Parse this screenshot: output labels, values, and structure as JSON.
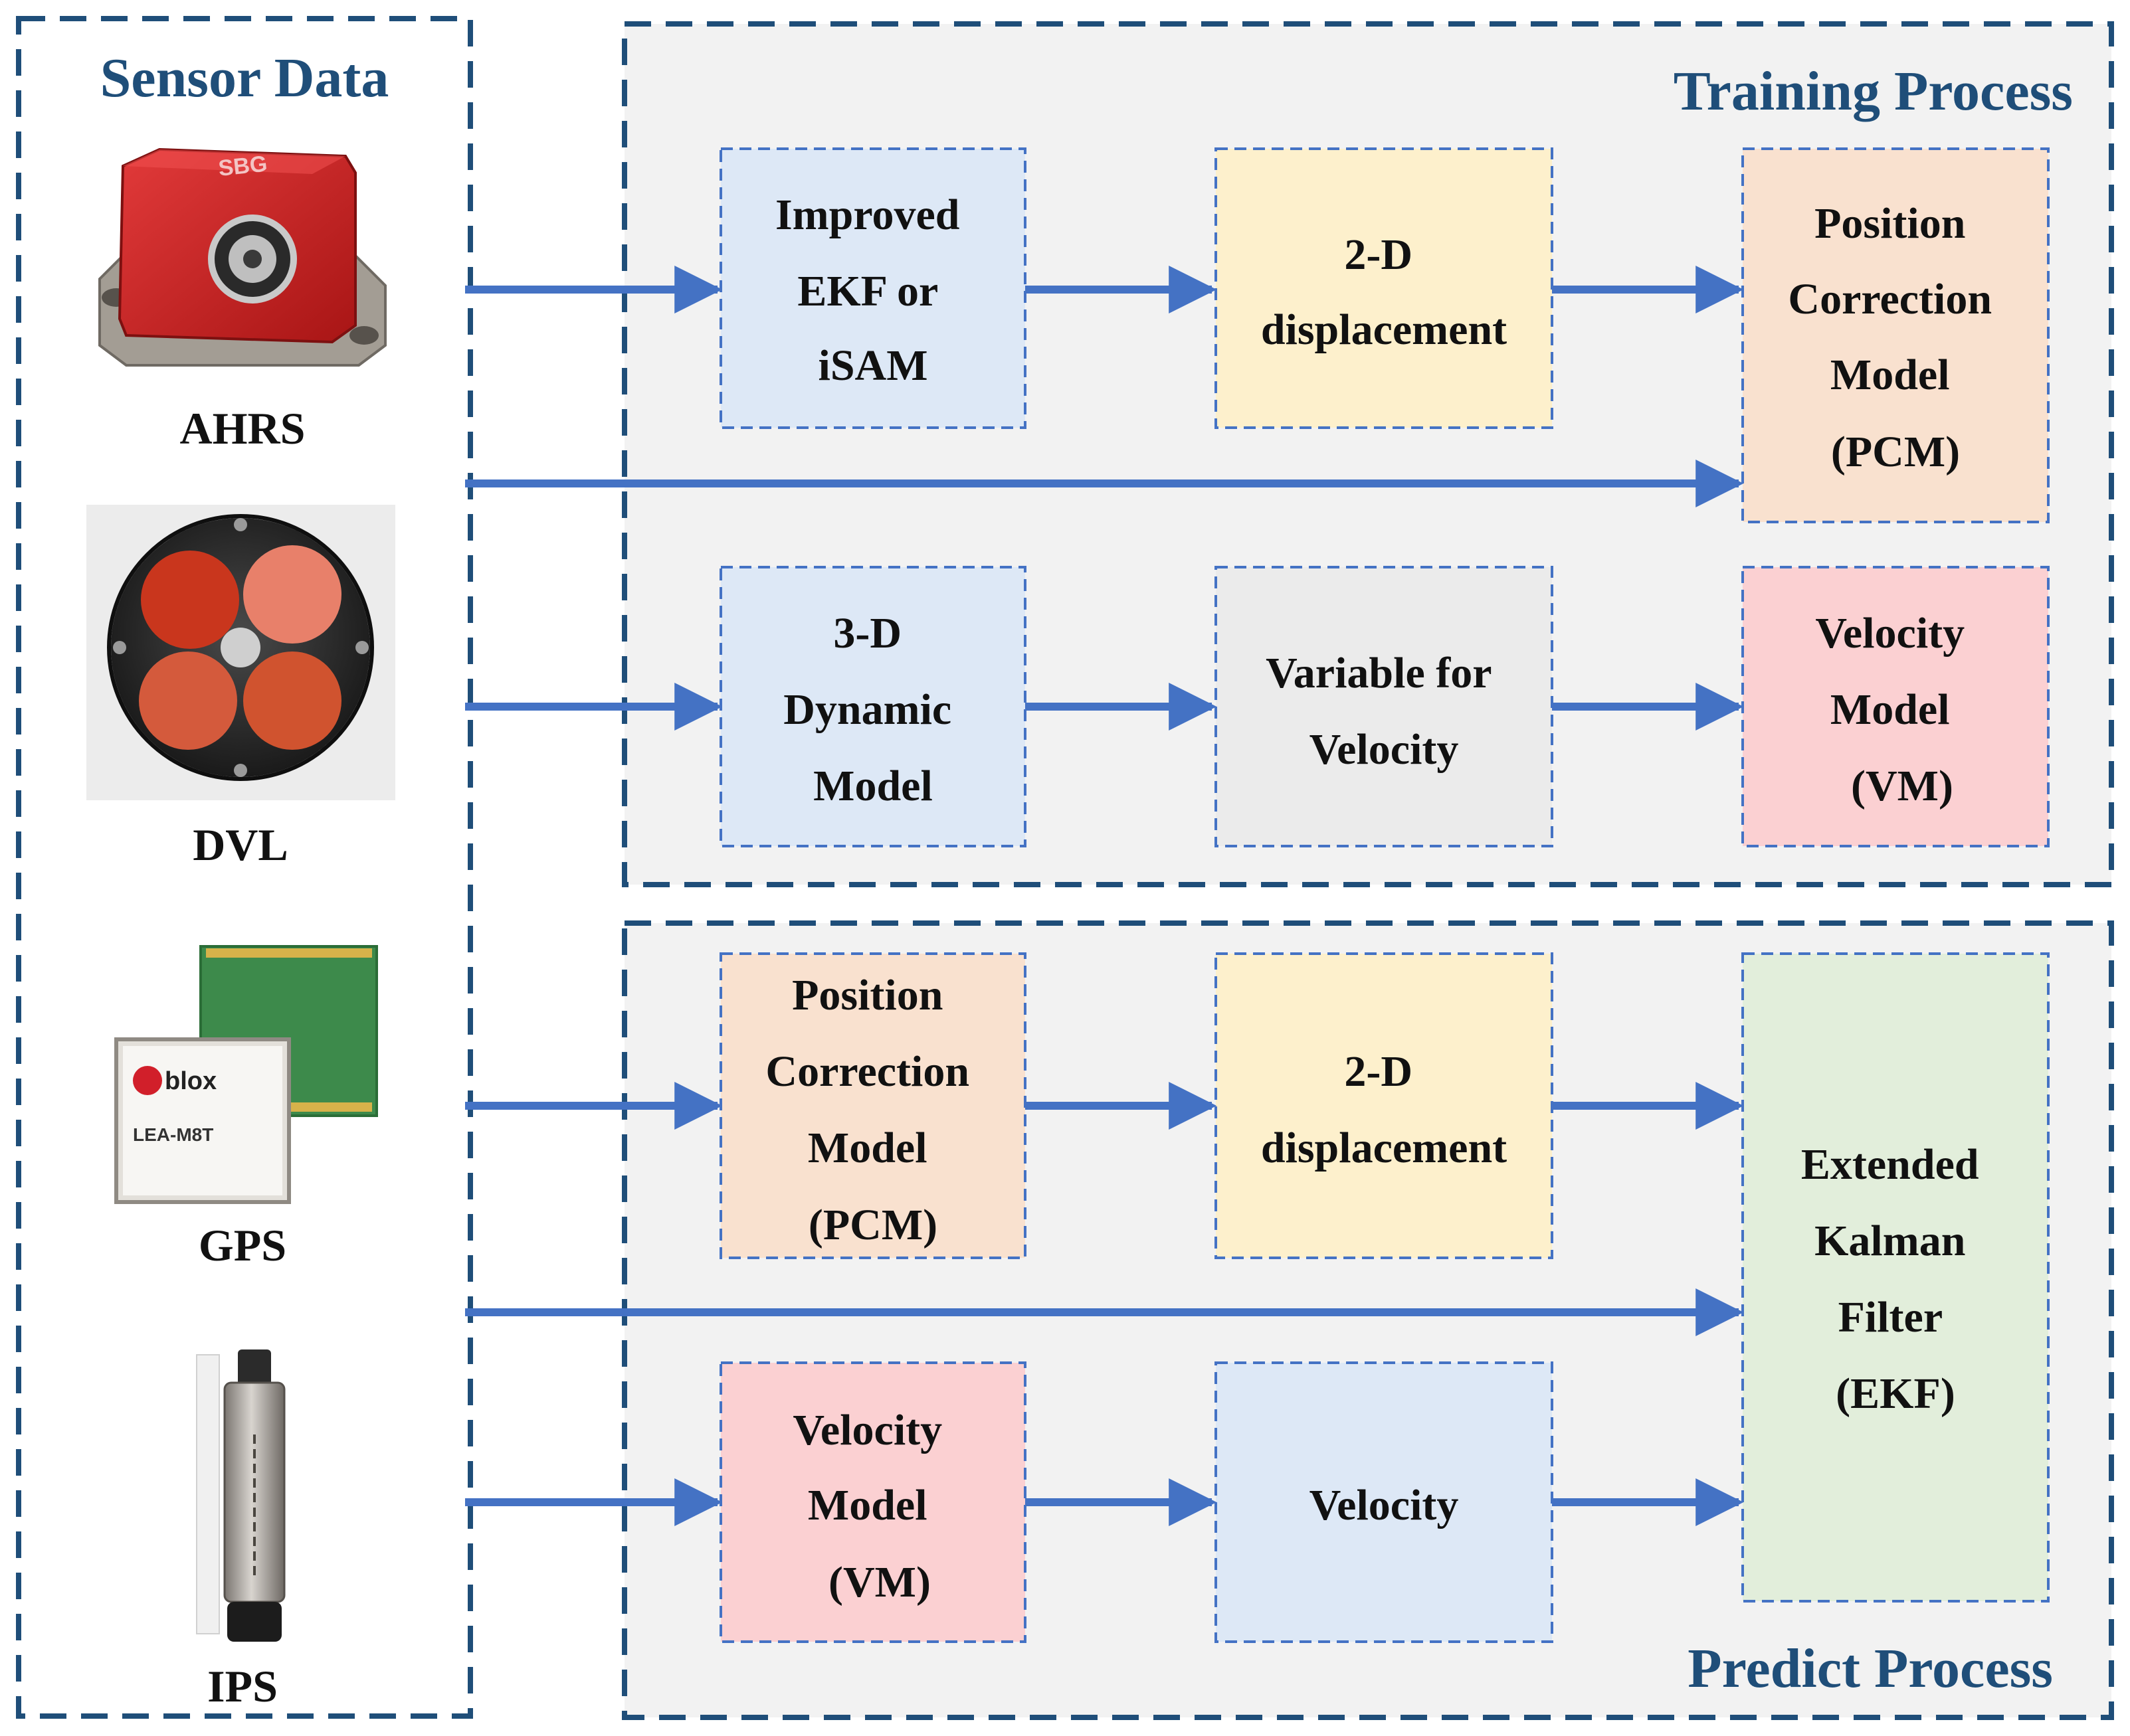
{
  "colors": {
    "frame": "#1f4e79",
    "panel_fill": "#f2f2f2",
    "arrow": "#4472c4",
    "box_border": "#4472c4",
    "blue_box": "#dde8f6",
    "yellow_box": "#fdf0cc",
    "orange_box": "#f9e1cf",
    "pink_box": "#fbd0d2",
    "gray_box": "#ebebeb",
    "green_box": "#e2eedb"
  },
  "sensor_panel": {
    "title": "Sensor Data",
    "sensors": [
      {
        "name": "AHRS",
        "icon": "ahrs-device-icon",
        "chip_text": "SBG"
      },
      {
        "name": "DVL",
        "icon": "dvl-device-icon"
      },
      {
        "name": "GPS",
        "icon": "gps-module-icon",
        "chip_brand": "blox",
        "chip_model": "LEA-M8T"
      },
      {
        "name": "IPS",
        "icon": "ips-sensor-icon"
      }
    ]
  },
  "training_panel": {
    "title": "Training Process",
    "boxes": {
      "ekf_isam": [
        "Improved",
        "EKF or",
        "iSAM"
      ],
      "displacement": [
        "2-D",
        "displacement"
      ],
      "pcm": [
        "Position",
        "Correction",
        "Model",
        "(PCM)"
      ],
      "dynamic_model": [
        "3-D",
        "Dynamic",
        "Model"
      ],
      "variable_velocity": [
        "Variable for",
        "Velocity"
      ],
      "vm": [
        "Velocity",
        "Model",
        "(VM)"
      ]
    }
  },
  "predict_panel": {
    "title": "Predict Process",
    "boxes": {
      "pcm": [
        "Position",
        "Correction",
        "Model",
        "(PCM)"
      ],
      "displacement": [
        "2-D",
        "displacement"
      ],
      "ekf": [
        "Extended",
        "Kalman",
        "Filter",
        "(EKF)"
      ],
      "vm": [
        "Velocity",
        "Model",
        "(VM)"
      ],
      "velocity": [
        "Velocity"
      ]
    }
  }
}
